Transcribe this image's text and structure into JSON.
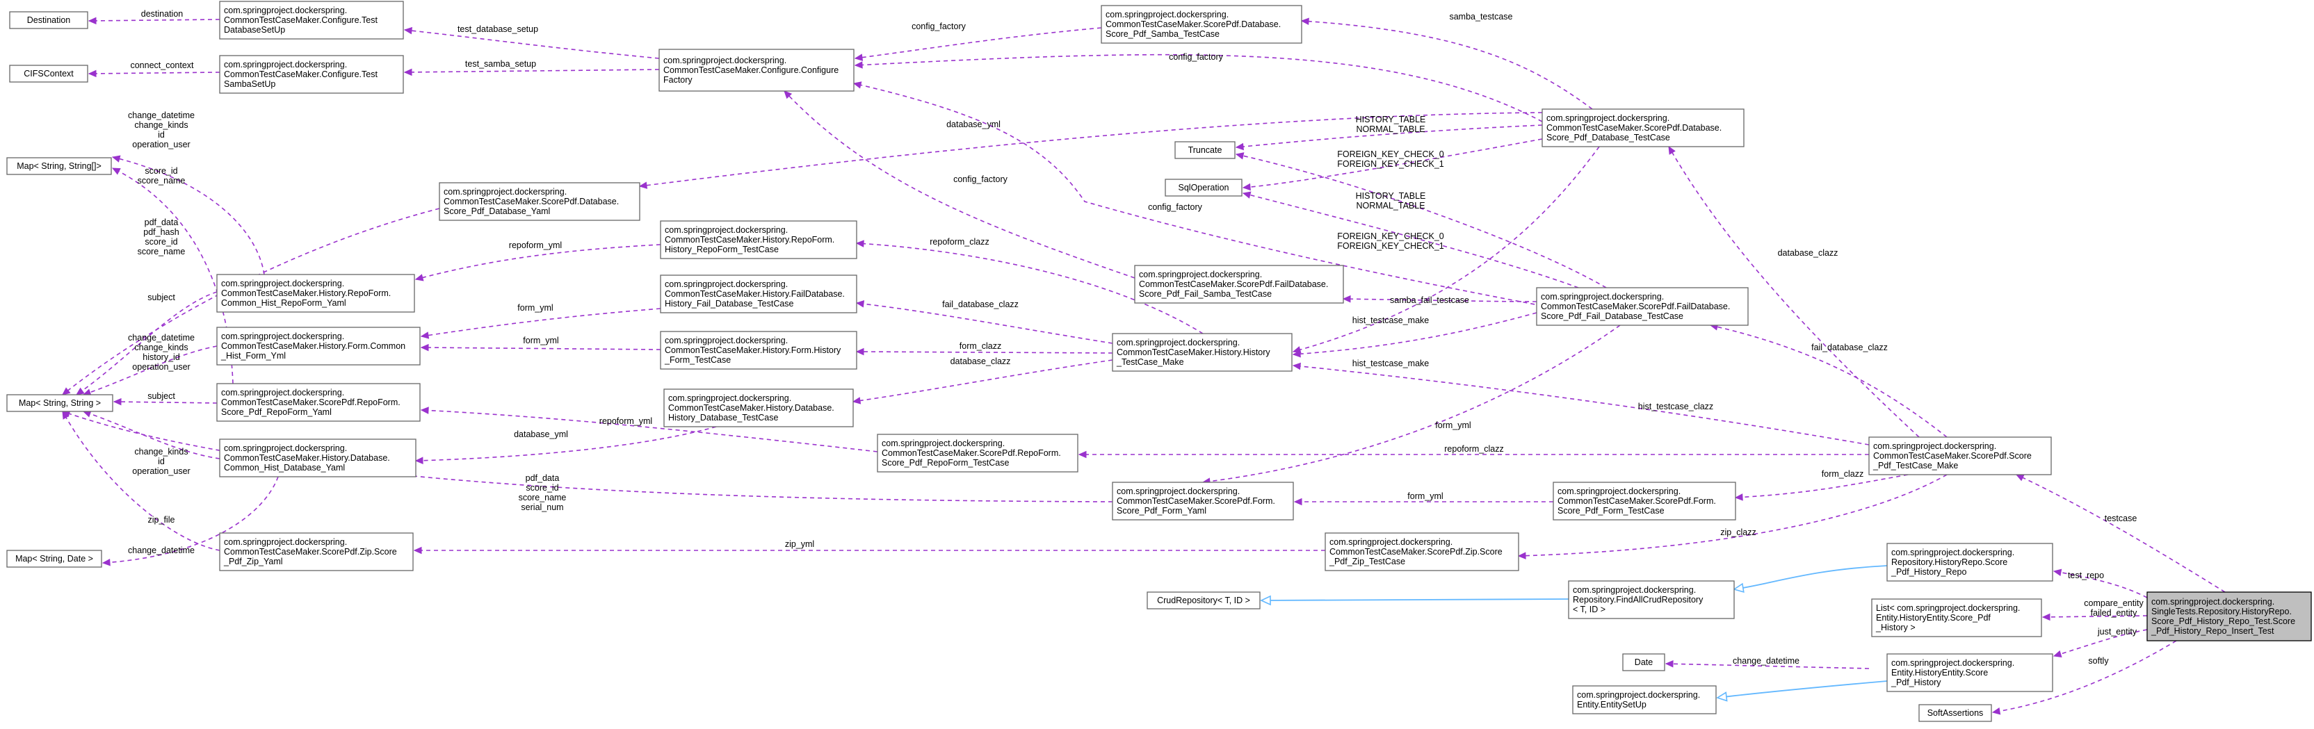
{
  "nodes": {
    "destination": [
      "Destination"
    ],
    "cifscontext": [
      "CIFSContext"
    ],
    "map_string_array": [
      "Map< String, String[]>"
    ],
    "map_string_string": [
      "Map< String, String >"
    ],
    "map_string_date": [
      "Map< String, Date >"
    ],
    "test_database_setup": [
      "com.springproject.dockerspring.",
      "CommonTestCaseMaker.Configure.Test",
      "DatabaseSetUp"
    ],
    "test_samba_setup": [
      "com.springproject.dockerspring.",
      "CommonTestCaseMaker.Configure.Test",
      "SambaSetUp"
    ],
    "score_pdf_database_yaml": [
      "com.springproject.dockerspring.",
      "CommonTestCaseMaker.ScorePdf.Database.",
      "Score_Pdf_Database_Yaml"
    ],
    "common_hist_repoform_yaml": [
      "com.springproject.dockerspring.",
      "CommonTestCaseMaker.History.RepoForm.",
      "Common_Hist_RepoForm_Yaml"
    ],
    "common_hist_form_yml": [
      "com.springproject.dockerspring.",
      "CommonTestCaseMaker.History.Form.Common",
      "_Hist_Form_Yml"
    ],
    "score_pdf_repoform_yaml": [
      "com.springproject.dockerspring.",
      "CommonTestCaseMaker.ScorePdf.RepoForm.",
      "Score_Pdf_RepoForm_Yaml"
    ],
    "common_hist_database_yaml": [
      "com.springproject.dockerspring.",
      "CommonTestCaseMaker.History.Database.",
      "Common_Hist_Database_Yaml"
    ],
    "score_pdf_zip_yaml": [
      "com.springproject.dockerspring.",
      "CommonTestCaseMaker.ScorePdf.Zip.Score",
      "_Pdf_Zip_Yaml"
    ],
    "configure_factory": [
      "com.springproject.dockerspring.",
      "CommonTestCaseMaker.Configure.Configure",
      "Factory"
    ],
    "history_repoform_testcase": [
      "com.springproject.dockerspring.",
      "CommonTestCaseMaker.History.RepoForm.",
      "History_RepoForm_TestCase"
    ],
    "history_fail_database_testcase": [
      "com.springproject.dockerspring.",
      "CommonTestCaseMaker.History.FailDatabase.",
      "History_Fail_Database_TestCase"
    ],
    "history_form_testcase": [
      "com.springproject.dockerspring.",
      "CommonTestCaseMaker.History.Form.History",
      "_Form_TestCase"
    ],
    "history_database_testcase": [
      "com.springproject.dockerspring.",
      "CommonTestCaseMaker.History.Database.",
      "History_Database_TestCase"
    ],
    "score_pdf_samba_testcase": [
      "com.springproject.dockerspring.",
      "CommonTestCaseMaker.ScorePdf.Database.",
      "Score_Pdf_Samba_TestCase"
    ],
    "score_pdf_fail_samba_testcase": [
      "com.springproject.dockerspring.",
      "CommonTestCaseMaker.ScorePdf.FailDatabase.",
      "Score_Pdf_Fail_Samba_TestCase"
    ],
    "history_testcase_make": [
      "com.springproject.dockerspring.",
      "CommonTestCaseMaker.History.History",
      "_TestCase_Make"
    ],
    "score_pdf_repoform_testcase": [
      "com.springproject.dockerspring.",
      "CommonTestCaseMaker.ScorePdf.RepoForm.",
      "Score_Pdf_RepoForm_TestCase"
    ],
    "score_pdf_form_yaml": [
      "com.springproject.dockerspring.",
      "CommonTestCaseMaker.ScorePdf.Form.",
      "Score_Pdf_Form_Yaml"
    ],
    "score_pdf_zip_testcase": [
      "com.springproject.dockerspring.",
      "CommonTestCaseMaker.ScorePdf.Zip.Score",
      "_Pdf_Zip_TestCase"
    ],
    "crud_repository": [
      "CrudRepository< T, ID >"
    ],
    "truncate": [
      "Truncate"
    ],
    "sql_operation": [
      "SqlOperation"
    ],
    "score_pdf_database_testcase": [
      "com.springproject.dockerspring.",
      "CommonTestCaseMaker.ScorePdf.Database.",
      "Score_Pdf_Database_TestCase"
    ],
    "score_pdf_fail_database_testcase": [
      "com.springproject.dockerspring.",
      "CommonTestCaseMaker.ScorePdf.FailDatabase.",
      "Score_Pdf_Fail_Database_TestCase"
    ],
    "score_pdf_form_testcase": [
      "com.springproject.dockerspring.",
      "CommonTestCaseMaker.ScorePdf.Form.",
      "Score_Pdf_Form_TestCase"
    ],
    "find_all_crud_repository": [
      "com.springproject.dockerspring.",
      "Repository.FindAllCrudRepository",
      "< T, ID >"
    ],
    "date": [
      "Date"
    ],
    "entity_setup": [
      "com.springproject.dockerspring.",
      "Entity.EntitySetUp"
    ],
    "score_pdf_testcase_make": [
      "com.springproject.dockerspring.",
      "CommonTestCaseMaker.ScorePdf.Score",
      "_Pdf_TestCase_Make"
    ],
    "history_repo_score_pdf": [
      "com.springproject.dockerspring.",
      "Repository.HistoryRepo.Score",
      "_Pdf_History_Repo"
    ],
    "list_history_entity": [
      "List< com.springproject.dockerspring.",
      "Entity.HistoryEntity.Score_Pdf",
      "_History >"
    ],
    "score_pdf_history": [
      "com.springproject.dockerspring.",
      "Entity.HistoryEntity.Score",
      "_Pdf_History"
    ],
    "soft_assertions": [
      "SoftAssertions"
    ],
    "main_test": [
      "com.springproject.dockerspring.",
      "SingleTests.Repository.HistoryRepo.",
      "Score_Pdf_History_Repo_Test.Score",
      "_Pdf_History_Repo_Insert_Test"
    ]
  },
  "edge_labels": {
    "destination": [
      "destination"
    ],
    "connect_context": [
      "connect_context"
    ],
    "test_database_setup": [
      "test_database_setup"
    ],
    "test_samba_setup": [
      "test_samba_setup"
    ],
    "config_factory_a": [
      "config_factory"
    ],
    "config_factory_b": [
      "config_factory"
    ],
    "config_factory_c": [
      "config_factory"
    ],
    "config_factory_d": [
      "config_factory"
    ],
    "samba_testcase": [
      "samba_testcase"
    ],
    "database_yml_a": [
      "database_yml"
    ],
    "database_yml_b": [
      "database_yml"
    ],
    "hist_map_array": [
      "change_datetime",
      "change_kinds",
      "id",
      "operation_user"
    ],
    "score_map_array": [
      "score_id",
      "score_name"
    ],
    "pdf_map": [
      "pdf_data",
      "pdf_hash",
      "score_id",
      "score_name"
    ],
    "subject_a": [
      "subject"
    ],
    "subject_b": [
      "subject"
    ],
    "hist_form_map": [
      "change_datetime",
      "change_kinds",
      "history_id",
      "operation_user"
    ],
    "hist_db_map": [
      "change_kinds",
      "id",
      "operation_user"
    ],
    "zip_file": [
      "zip_file"
    ],
    "change_datetime_a": [
      "change_datetime"
    ],
    "change_datetime_b": [
      "change_datetime"
    ],
    "repoform_yml_a": [
      "repoform_yml"
    ],
    "repoform_yml_b": [
      "repoform_yml"
    ],
    "form_yml_a": [
      "form_yml"
    ],
    "form_yml_b": [
      "form_yml"
    ],
    "form_yml_c": [
      "form_yml"
    ],
    "form_yml_d": [
      "form_yml"
    ],
    "repoform_clazz_a": [
      "repoform_clazz"
    ],
    "repoform_clazz_b": [
      "repoform_clazz"
    ],
    "fail_database_clazz_a": [
      "fail_database_clazz"
    ],
    "fail_database_clazz_b": [
      "fail_database_clazz"
    ],
    "form_clazz_a": [
      "form_clazz"
    ],
    "form_clazz_b": [
      "form_clazz"
    ],
    "database_clazz_a": [
      "database_clazz"
    ],
    "database_clazz_b": [
      "database_clazz"
    ],
    "truncate_a": [
      "HISTORY_TABLE",
      "NORMAL_TABLE"
    ],
    "sqlop_a": [
      "FOREIGN_KEY_CHECK_0",
      "FOREIGN_KEY_CHECK_1"
    ],
    "truncate_b": [
      "HISTORY_TABLE",
      "NORMAL_TABLE"
    ],
    "sqlop_b": [
      "FOREIGN_KEY_CHECK_0",
      "FOREIGN_KEY_CHECK_1"
    ],
    "hist_testcase_make_a": [
      "hist_testcase_make"
    ],
    "hist_testcase_make_b": [
      "hist_testcase_make"
    ],
    "samba_fail_testcase": [
      "samba_fail_testcase"
    ],
    "hist_testcase_clazz": [
      "hist_testcase_clazz"
    ],
    "pdf_form_map": [
      "pdf_data",
      "score_id",
      "score_name",
      "serial_num"
    ],
    "zip_yml": [
      "zip_yml"
    ],
    "zip_clazz": [
      "zip_clazz"
    ],
    "testcase": [
      "testcase"
    ],
    "test_repo": [
      "test_repo"
    ],
    "compare_entity": [
      "compare_entity",
      "failed_entity"
    ],
    "just_entity": [
      "just_entity"
    ],
    "softly": [
      "softly"
    ]
  }
}
